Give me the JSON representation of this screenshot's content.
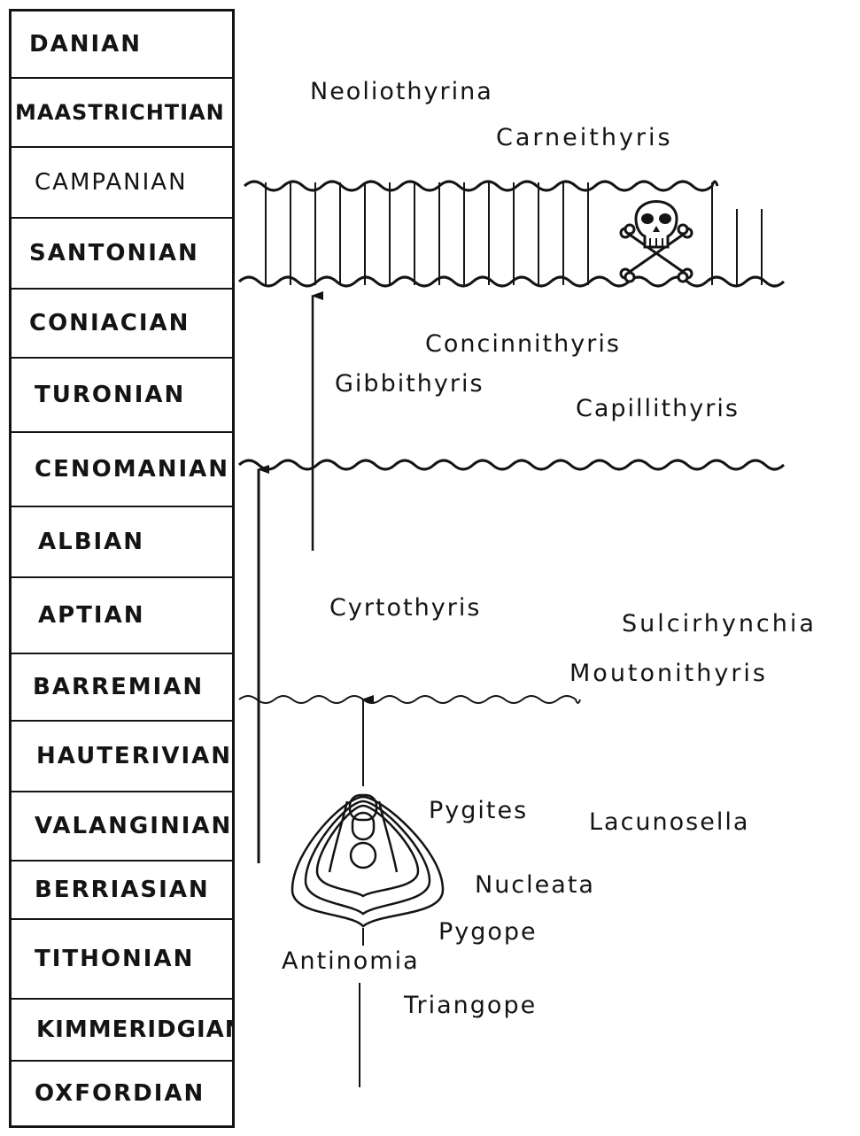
{
  "stages": [
    "DANIAN",
    "MAASTRICHTIAN",
    "CAMPANIAN",
    "SANTONIAN",
    "CONIACIAN",
    "TURONIAN",
    "CENOMANIAN",
    "ALBIAN",
    "APTIAN",
    "BARREMIAN",
    "HAUTERIVIAN",
    "VALANGINIAN",
    "BERRIASIAN",
    "TITHONIAN",
    "KIMMERIDGIAN",
    "OXFORDIAN"
  ],
  "genera": {
    "neoliothyrina": "Neoliothyrina",
    "carneithyris": "Carneithyris",
    "concinnithyris": "Concinnithyris",
    "gibbithyris": "Gibbithyris",
    "capillithyris": "Capillithyris",
    "cyrtothyris": "Cyrtothyris",
    "sulcirhynchia": "Sulcirhynchia",
    "moutonithyris": "Moutonithyris",
    "pygites": "Pygites",
    "lacunosella": "Lacunosella",
    "nucleata": "Nucleata",
    "pygope": "Pygope",
    "antinomia": "Antinomia",
    "triangope": "Triangope"
  },
  "icons": {
    "extinction": "skull-and-crossbones-icon",
    "shell": "brachiopod-shell-icon"
  },
  "colors": {
    "ink": "#141414",
    "paper": "#ffffff"
  }
}
